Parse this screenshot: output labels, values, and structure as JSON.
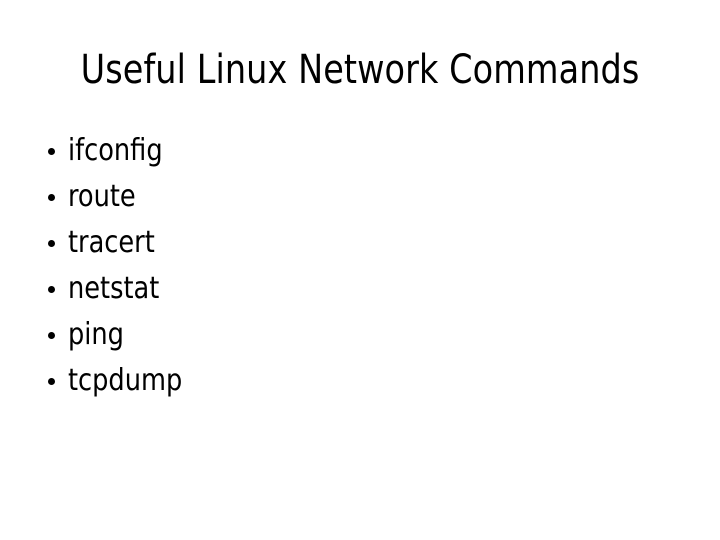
{
  "slide": {
    "title": "Useful Linux Network Commands",
    "background_color": "#ffffff",
    "text_color": "#000000",
    "bullet_glyph": "bullet-dot",
    "items": [
      {
        "label": "ifconfig"
      },
      {
        "label": "route"
      },
      {
        "label": "tracert"
      },
      {
        "label": "netstat"
      },
      {
        "label": "ping"
      },
      {
        "label": "tcpdump"
      }
    ]
  }
}
